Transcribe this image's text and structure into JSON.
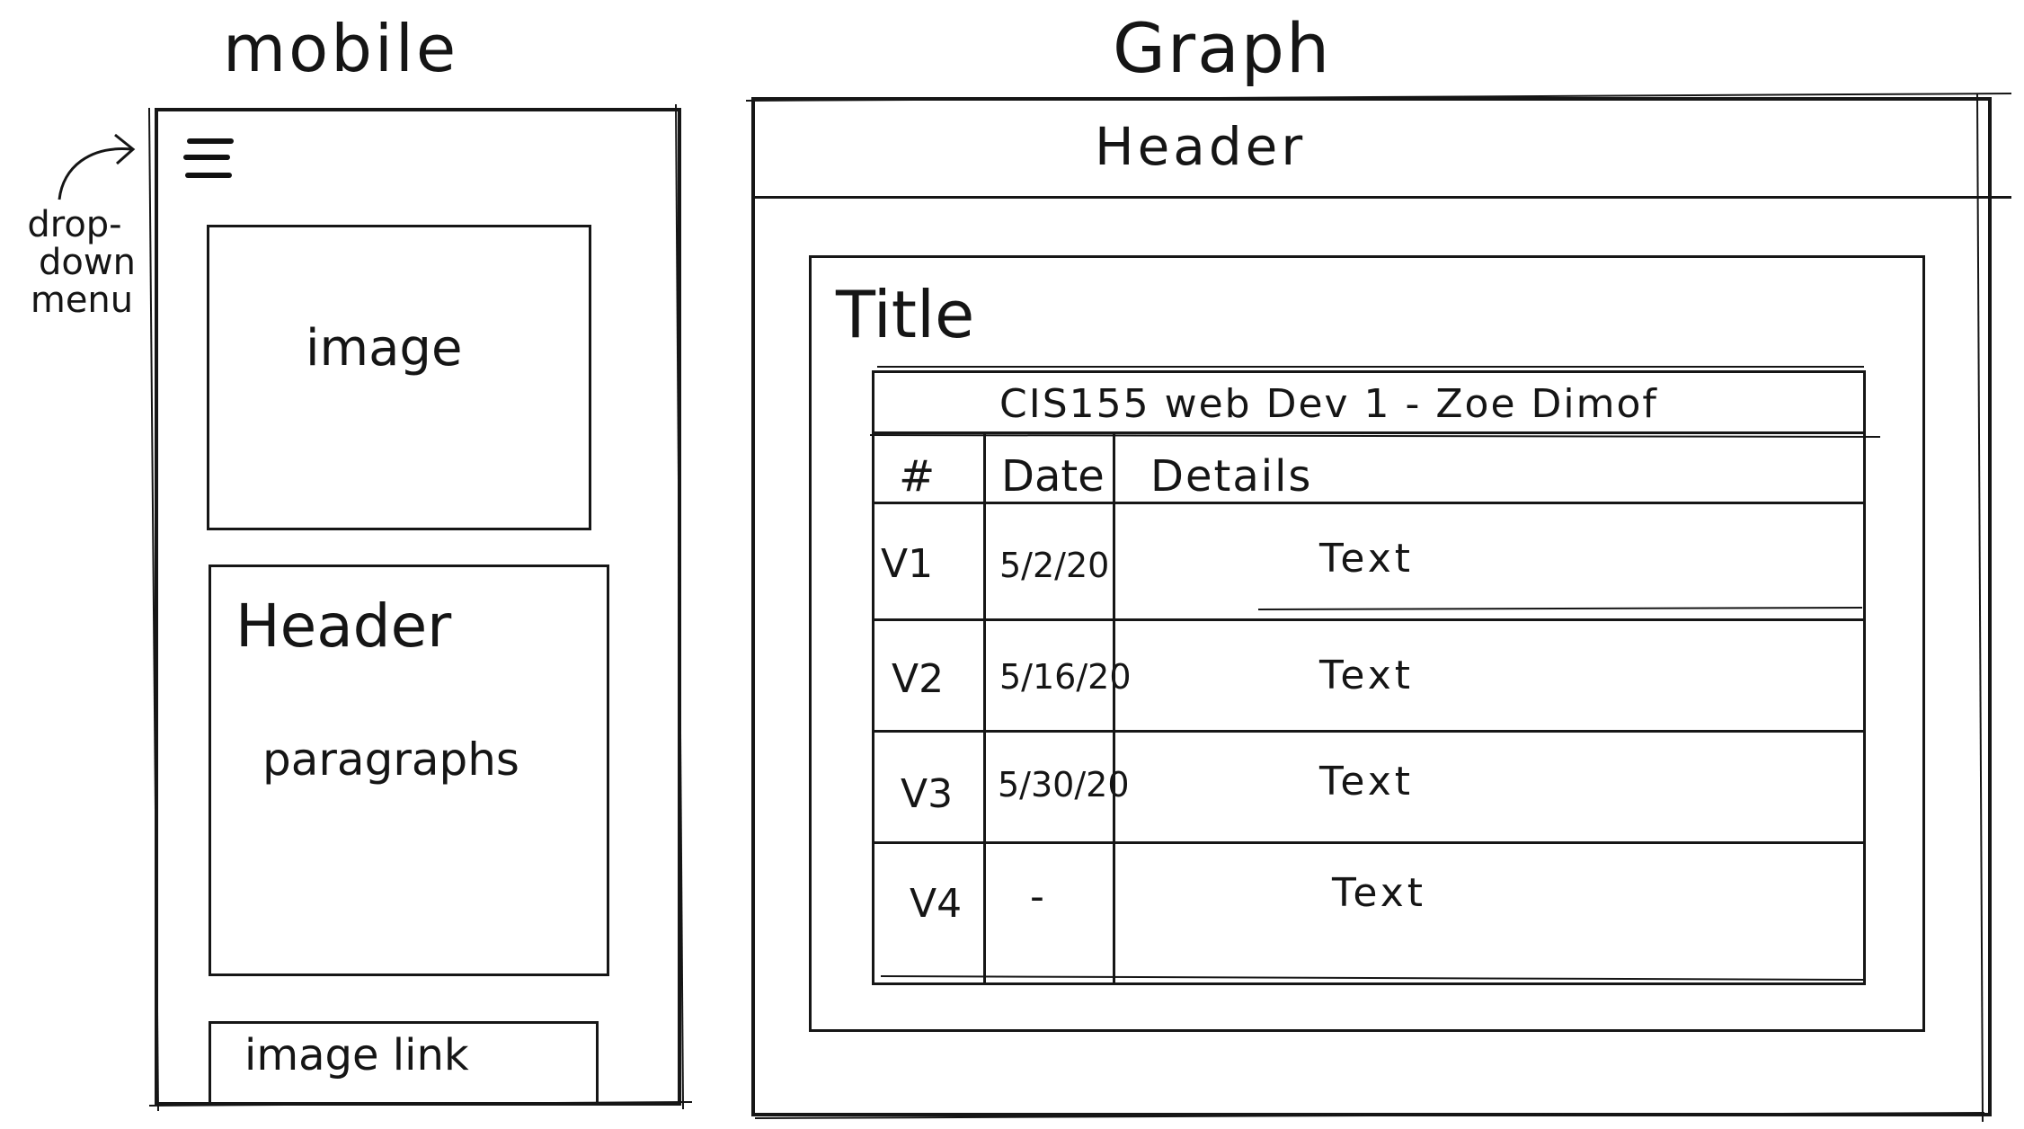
{
  "mobile": {
    "title": "mobile",
    "annotation": [
      "drop-",
      "down",
      "menu"
    ],
    "image_label": "image",
    "content_header": "Header",
    "content_body": "paragraphs",
    "image_link": "image link"
  },
  "graph": {
    "title": "Graph",
    "header": "Header",
    "section_title": "Title",
    "table": {
      "caption": "CIS155 web Dev 1 - Zoe Dimof",
      "columns": [
        "#",
        "Date",
        "Details"
      ],
      "rows": [
        {
          "num": "V1",
          "date": "5/2/20",
          "details": "Text"
        },
        {
          "num": "V2",
          "date": "5/16/20",
          "details": "Text"
        },
        {
          "num": "V3",
          "date": "5/30/20",
          "details": "Text"
        },
        {
          "num": "V4",
          "date": "-",
          "details": "Text"
        }
      ]
    }
  }
}
